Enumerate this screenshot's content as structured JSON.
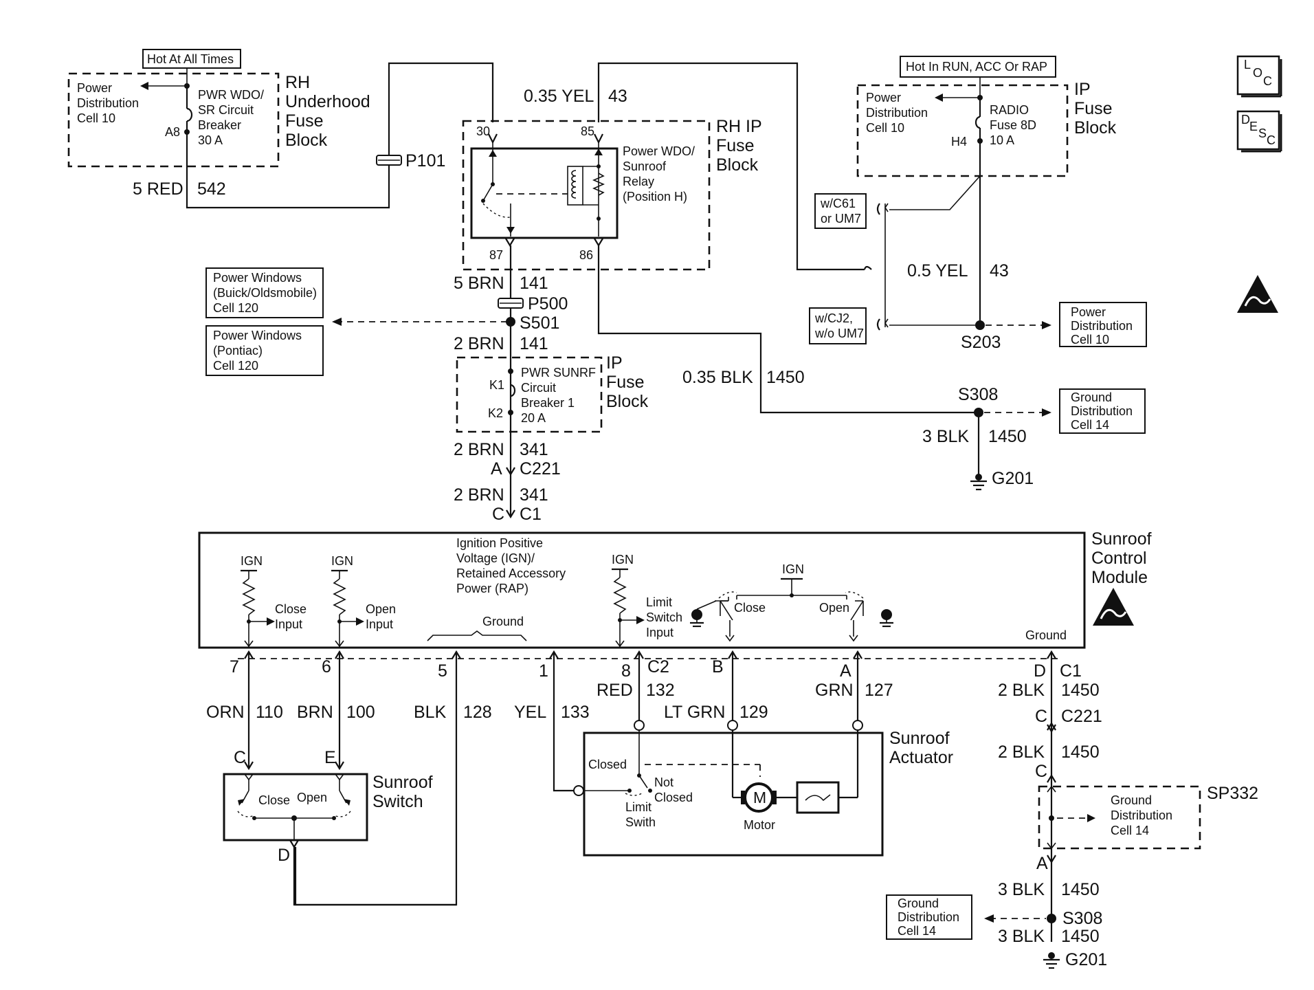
{
  "texts": {
    "hot_all_times": "Hot At All Times",
    "pd_tl_1": "Power",
    "pd_tl_2": "Distribution",
    "pd_tl_3": "Cell 10",
    "pwr_wdo_1": "PWR WDO/",
    "pwr_wdo_2": "SR Circuit",
    "pwr_wdo_3": "Breaker",
    "pwr_wdo_4": "30 A",
    "pin_a8": "A8",
    "rh_uh_1": "RH",
    "rh_uh_2": "Underhood",
    "rh_uh_3": "Fuse",
    "rh_uh_4": "Block",
    "w_5red": "5 RED",
    "w_542": "542",
    "p101": "P101",
    "w_035yel": "0.35 YEL",
    "w_43_top": "43",
    "pin_30": "30",
    "pin_85": "85",
    "pin_87": "87",
    "pin_86": "86",
    "relay_1": "Power WDO/",
    "relay_2": "Sunroof",
    "relay_3": "Relay",
    "relay_4": "(Position H)",
    "rhip_1": "RH IP",
    "rhip_2": "Fuse",
    "rhip_3": "Block",
    "hot_run": "Hot In RUN, ACC Or RAP",
    "pd_tr_1": "Power",
    "pd_tr_2": "Distribution",
    "pd_tr_3": "Cell 10",
    "radio_1": "RADIO",
    "radio_2": "Fuse 8D",
    "radio_3": "10 A",
    "pin_h4": "H4",
    "ipf_tr_1": "IP",
    "ipf_tr_2": "Fuse",
    "ipf_tr_3": "Block",
    "loc_1": "L",
    "loc_2": "O",
    "loc_3": "C",
    "desc_1": "D",
    "desc_2": "E",
    "desc_3": "S",
    "desc_4": "C",
    "opt_c61_1": "w/C61",
    "opt_c61_2": "or UM7",
    "opt_cj2_1": "w/CJ2,",
    "opt_cj2_2": "w/o UM7",
    "w_05yel": "0.5 YEL",
    "w_43_right": "43",
    "s203": "S203",
    "pd_r_1": "Power",
    "pd_r_2": "Distribution",
    "pd_r_3": "Cell 10",
    "pw_bo_1": "Power Windows",
    "pw_bo_2": "(Buick/Oldsmobile)",
    "pw_bo_3": "Cell 120",
    "pw_pt_1": "Power Windows",
    "pw_pt_2": "(Pontiac)",
    "pw_pt_3": "Cell 120",
    "w_5brn": "5 BRN",
    "w_141a": "141",
    "p500": "P500",
    "s501": "S501",
    "w_2brn_a": "2 BRN",
    "w_141b": "141",
    "cb_1": "PWR SUNRF",
    "cb_2": "Circuit",
    "cb_3": "Breaker 1",
    "cb_4": "20 A",
    "pin_k1": "K1",
    "pin_k2": "K2",
    "ipf_mid_1": "IP",
    "ipf_mid_2": "Fuse",
    "ipf_mid_3": "Block",
    "w_035blk": "0.35 BLK",
    "w_1450_top": "1450",
    "s308_top": "S308",
    "gd_top_1": "Ground",
    "gd_top_2": "Distribution",
    "gd_top_3": "Cell 14",
    "w_3blk_top": "3 BLK",
    "w_1450_top2": "1450",
    "g201_top": "G201",
    "w_2brn_b": "2 BRN",
    "w_341a": "341",
    "pin_a_c221": "A",
    "c221_top": "C221",
    "w_2brn_c": "2 BRN",
    "w_341b": "341",
    "pin_c_c1": "C",
    "c1_top": "C1",
    "ign_pos_1": "Ignition Positive",
    "ign_pos_2": "Voltage (IGN)/",
    "ign_pos_3": "Retained Accessory",
    "ign_pos_4": "Power (RAP)",
    "scm_1": "Sunroof",
    "scm_2": "Control",
    "scm_3": "Module",
    "ign_1": "IGN",
    "ign_2": "IGN",
    "ign_3": "IGN",
    "ign_4": "IGN",
    "close_input_1": "Close",
    "close_input_2": "Input",
    "open_input_1": "Open",
    "open_input_2": "Input",
    "ground_mid": "Ground",
    "limit_1": "Limit",
    "limit_2": "Switch",
    "limit_3": "Input",
    "sw_close": "Close",
    "sw_open": "Open",
    "ground_right": "Ground",
    "pin_7": "7",
    "pin_6": "6",
    "pin_5": "5",
    "pin_1": "1",
    "pin_8": "8",
    "c2": "C2",
    "pin_b": "B",
    "pin_a_top": "A",
    "pin_d_c1": "D",
    "c1_right": "C1",
    "w_orn": "ORN",
    "w_110": "110",
    "w_brn": "BRN",
    "w_100": "100",
    "w_blk": "BLK",
    "w_128": "128",
    "w_yel": "YEL",
    "w_133": "133",
    "w_red": "RED",
    "w_132": "132",
    "w_ltgrn": "LT GRN",
    "w_129": "129",
    "w_grn": "GRN",
    "w_127": "127",
    "w_2blk_a": "2 BLK",
    "w_1450_a": "1450",
    "pin_c_c221r": "C",
    "c221_right": "C221",
    "w_2blk_b": "2 BLK",
    "w_1450_b": "1450",
    "pin_c_sp": "C",
    "sp332": "SP332",
    "gd_sp_1": "Ground",
    "gd_sp_2": "Distribution",
    "gd_sp_3": "Cell 14",
    "pin_a_bot": "A",
    "w_3blk_a": "3 BLK",
    "w_1450_c": "1450",
    "s308_bot": "S308",
    "gd_bot_1": "Ground",
    "gd_bot_2": "Distribution",
    "gd_bot_3": "Cell 14",
    "w_3blk_b": "3 BLK",
    "w_1450_d": "1450",
    "g201_bot": "G201",
    "pin_c_sw": "C",
    "pin_e_sw": "E",
    "pin_d_sw": "D",
    "ssw_close": "Close",
    "ssw_open": "Open",
    "ssw_1": "Sunroof",
    "ssw_2": "Switch",
    "act_1": "Sunroof",
    "act_2": "Actuator",
    "closed": "Closed",
    "not_closed_1": "Not",
    "not_closed_2": "Closed",
    "limit_sw_1": "Limit",
    "limit_sw_2": "Swith",
    "motor_m": "M",
    "motor": "Motor"
  }
}
